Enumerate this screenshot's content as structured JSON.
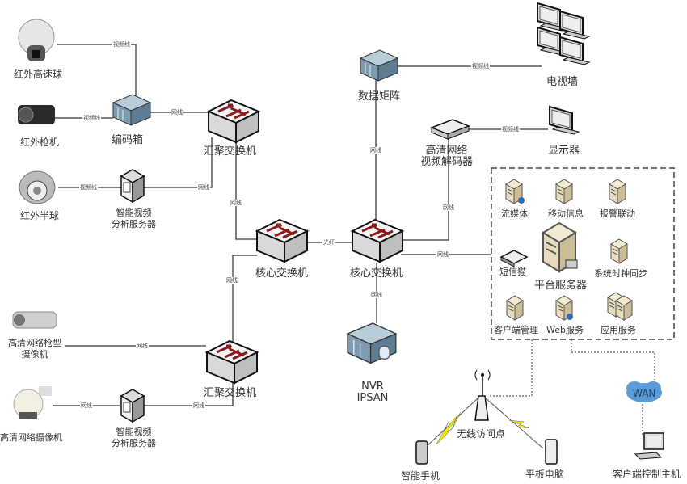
{
  "nodes": {
    "ir_speed_dome": "红外高速球",
    "ir_bullet": "红外枪机",
    "ir_half_dome": "红外半球",
    "encoder_box": "编码箱",
    "agg_switch_top": "汇聚交换机",
    "smart_video_top_1": "智能视频",
    "smart_video_top_2": "分析服务器",
    "core_switch_left": "核心交换机",
    "core_switch_right": "核心交换机",
    "data_matrix": "数据矩阵",
    "tv_wall": "电视墙",
    "hd_decoder_1": "高清网络",
    "hd_decoder_2": "视频解码器",
    "monitor": "显示器",
    "hd_bullet_1": "高清网络枪型",
    "hd_bullet_2": "摄像机",
    "hd_camera": "高清网络摄像机",
    "smart_video_bottom_1": "智能视频",
    "smart_video_bottom_2": "分析服务器",
    "agg_switch_bottom": "汇聚交换机",
    "nvr_1": "NVR",
    "nvr_2": "IPSAN",
    "wireless_ap": "无线访问点",
    "smartphone": "智能手机",
    "tablet": "平板电脑",
    "wan": "WAN",
    "client_host": "客户端控制主机"
  },
  "platform": {
    "title": "平台服务器",
    "services": [
      "流媒体",
      "移动信息",
      "报警联动",
      "短信猫",
      "系统时钟同步",
      "客户端管理",
      "Web服务",
      "应用服务"
    ]
  },
  "links": {
    "video_cable": "视频线",
    "network_cable": "网线",
    "fiber": "光纤"
  },
  "colors": {
    "line": "#555555",
    "switch_arrow": "#8b1a1a",
    "server_beige": "#e8dcbc",
    "rack_blue": "#7f9bb0",
    "lightning": "#f2e600",
    "cloud": "#5b9bd5"
  }
}
